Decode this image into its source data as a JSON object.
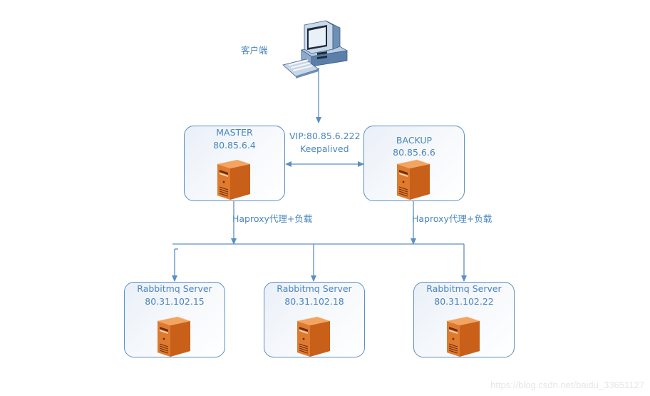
{
  "client": {
    "label": "客户端",
    "icon": "desktop-computer-icon"
  },
  "vip": {
    "address": "VIP:80.85.6.222",
    "service": "Keepalived"
  },
  "master": {
    "role": "MASTER",
    "ip": "80.85.6.4",
    "icon": "server-icon"
  },
  "backup": {
    "role": "BACKUP",
    "ip": "80.85.6.6",
    "icon": "server-icon"
  },
  "haproxy": {
    "left_label": "Haproxy代理+负载",
    "right_label": "Haproxy代理+负载"
  },
  "rabbitmq": [
    {
      "name": "Rabbitmq Server",
      "ip": "80.31.102.15"
    },
    {
      "name": "Rabbitmq Server",
      "ip": "80.31.102.18"
    },
    {
      "name": "Rabbitmq Server",
      "ip": "80.31.102.22"
    }
  ],
  "watermark": "https://blog.csdn.net/baidu_33651127",
  "colors": {
    "line": "#5b8fc2",
    "text": "#4a86bd",
    "server_front": "#e07a2e",
    "server_side": "#c8601a",
    "server_top": "#f2a460"
  }
}
